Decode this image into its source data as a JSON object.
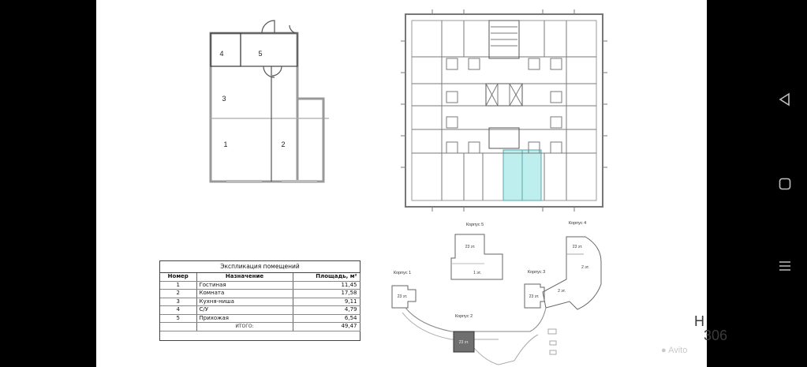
{
  "explication": {
    "title": "Экспликация помещений",
    "headers": {
      "number": "Номер",
      "name": "Назначение",
      "area": "Площадь, м²"
    },
    "rows": [
      {
        "num": "1",
        "name": "Гостиная",
        "area": "11,45"
      },
      {
        "num": "2",
        "name": "Комната",
        "area": "17,58"
      },
      {
        "num": "3",
        "name": "Кухня-ниша",
        "area": "9,11"
      },
      {
        "num": "4",
        "name": "С/У",
        "area": "4,79"
      },
      {
        "num": "5",
        "name": "Прихожая",
        "area": "6,54"
      }
    ],
    "total_label": "ИТОГО:",
    "total_value": "49,47"
  },
  "apartment_rooms": {
    "r1": "1",
    "r2": "2",
    "r3": "3",
    "r4": "4",
    "r5": "5"
  },
  "site_plan": {
    "k1": "Корпус 1",
    "k2": "Корпус 2",
    "k3": "Корпус 3",
    "k4": "Корпус 4",
    "k5": "Корпус 5",
    "k5_floors": "23 эт.",
    "k5_low": "1 эт.",
    "k4_floors": "23 эт.",
    "k4_mid": "2 эт.",
    "k34_link": "2 эт.",
    "k3_floors": "23 эт.",
    "k1_floors": "23 эт.",
    "k2_floors": "23 эт."
  },
  "watermark": "Avito",
  "watermark_side": "306",
  "watermark_side2": "H",
  "highlight_color": "#bfeeee",
  "nav": {
    "back": "back-icon",
    "home": "home-icon",
    "recents": "recents-icon"
  }
}
